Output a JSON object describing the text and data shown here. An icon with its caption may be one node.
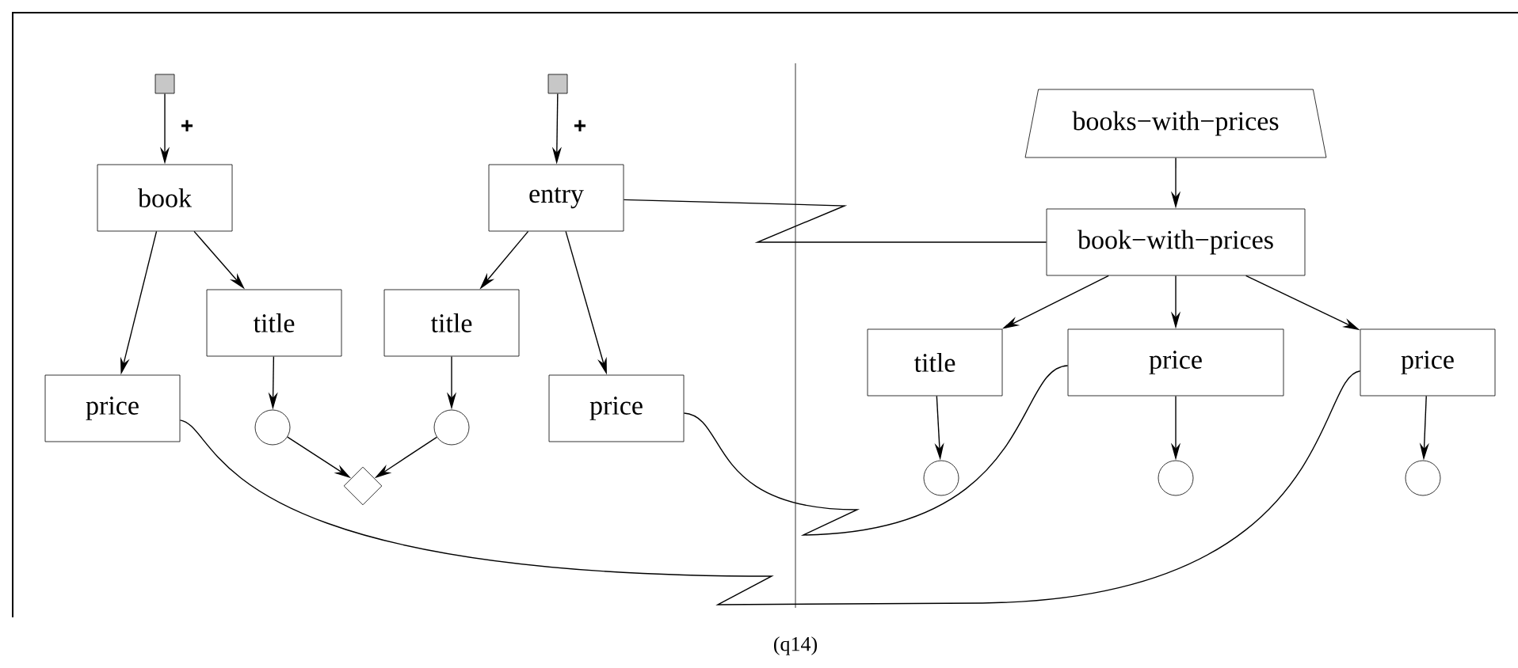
{
  "diagram": {
    "caption": "(q14)",
    "nodes": [
      {
        "text": [],
        "shape": "box"
      },
      {
        "text": [],
        "shape": "box"
      },
      {
        "text": [
          "book"
        ]
      },
      {
        "text": [
          "title"
        ]
      },
      {
        "text": [
          "title"
        ]
      },
      {
        "text": [
          "entry"
        ]
      },
      {
        "text": [
          "price"
        ]
      },
      {
        "text": [
          "price"
        ]
      },
      {
        "text": [],
        "shape": "circle"
      },
      {
        "text": [],
        "shape": "circle"
      },
      {
        "text": [],
        "shape": "diamond"
      },
      {
        "text": [
          "books−with−prices"
        ]
      },
      {
        "text": [
          "book−with−prices"
        ]
      },
      {
        "text": [
          "title"
        ]
      },
      {
        "text": [
          "price"
        ]
      },
      {
        "text": [
          "price"
        ]
      },
      {
        "text": [],
        "shape": "circle"
      },
      {
        "text": [],
        "shape": "circle"
      },
      {
        "text": [],
        "shape": "circle"
      }
    ],
    "edges": [
      {
        "from": 0,
        "to": 2,
        "arrow": "to",
        "label": "+"
      },
      {
        "from": 1,
        "to": 5,
        "arrow": "to",
        "label": "+"
      },
      {
        "from": 2,
        "to": 6,
        "arrow": "to"
      },
      {
        "from": 2,
        "to": 3,
        "arrow": "to"
      },
      {
        "from": 5,
        "to": 4,
        "arrow": "to"
      },
      {
        "from": 5,
        "to": 7,
        "arrow": "to"
      },
      {
        "from": 3,
        "to": 8,
        "arrow": "to"
      },
      {
        "from": 4,
        "to": 9,
        "arrow": "to"
      },
      {
        "from": 8,
        "to": 10,
        "arrow": "to"
      },
      {
        "from": 9,
        "to": 10,
        "arrow": "to"
      },
      {
        "from": 11,
        "to": 12,
        "arrow": "to"
      },
      {
        "from": 12,
        "to": 13,
        "arrow": "to"
      },
      {
        "from": 12,
        "to": 14,
        "arrow": "to"
      },
      {
        "from": 12,
        "to": 15,
        "arrow": "to"
      },
      {
        "from": 13,
        "to": 16,
        "arrow": "to"
      },
      {
        "from": 14,
        "to": 17,
        "arrow": "to"
      },
      {
        "from": 15,
        "to": 18,
        "arrow": "to"
      },
      {
        "from": 5,
        "to": 12,
        "arrow": "none"
      },
      {
        "from": 7,
        "to": 14,
        "arrow": "none"
      },
      {
        "from": 6,
        "to": 15,
        "arrow": "none"
      }
    ]
  }
}
